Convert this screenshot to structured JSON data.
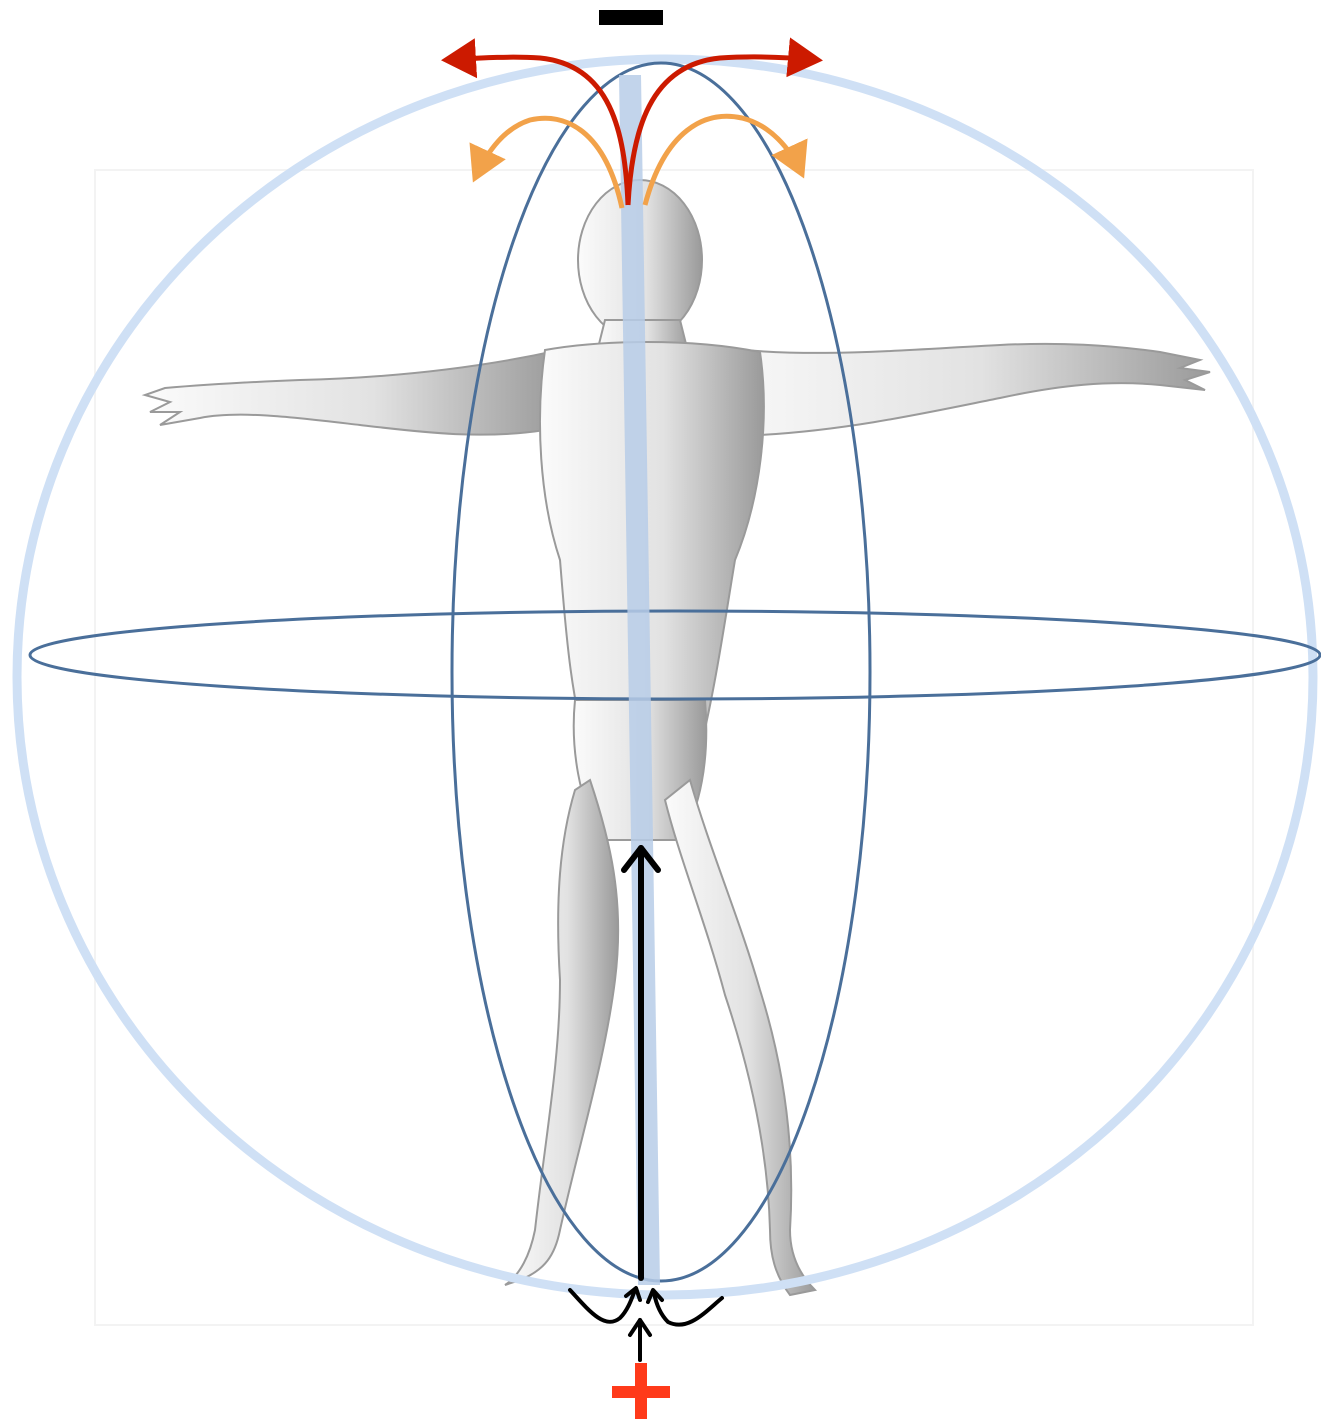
{
  "diagram": {
    "top_pole_symbol": "minus",
    "bottom_pole_symbol": "plus",
    "colors": {
      "sphere": "#cfe0f5",
      "meridian": "#4a6f9a",
      "equator": "#4a6f9a",
      "axis_band": "#b7cde8",
      "outflow_outer": "#cc1a00",
      "outflow_inner": "#f2a24a",
      "inflow": "#000000",
      "plus_sign": "#ff3a1a",
      "minus_sign": "#000000",
      "figure_shade": "#8a8a8a"
    },
    "figure": "human-figure-arms-outstretched"
  }
}
